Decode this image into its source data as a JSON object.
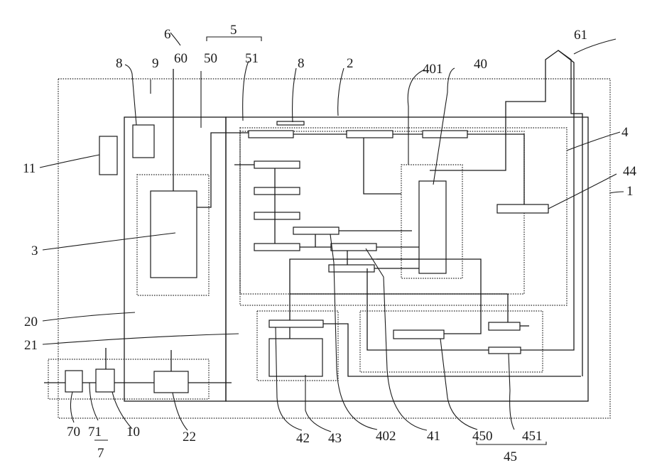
{
  "labels": {
    "l6": "6",
    "l5": "5",
    "l61": "61",
    "l8a": "8",
    "l9": "9",
    "l60": "60",
    "l50": "50",
    "l51": "51",
    "l8b": "8",
    "l2": "2",
    "l401": "401",
    "l40": "40",
    "l4": "4",
    "l44": "44",
    "l1": "1",
    "l11": "11",
    "l3": "3",
    "l20": "20",
    "l21": "21",
    "l70": "70",
    "l71": "71",
    "l10": "10",
    "l22": "22",
    "l7": "7",
    "l42": "42",
    "l43": "43",
    "l402": "402",
    "l41": "41",
    "l450": "450",
    "l451": "451",
    "l45": "45"
  }
}
